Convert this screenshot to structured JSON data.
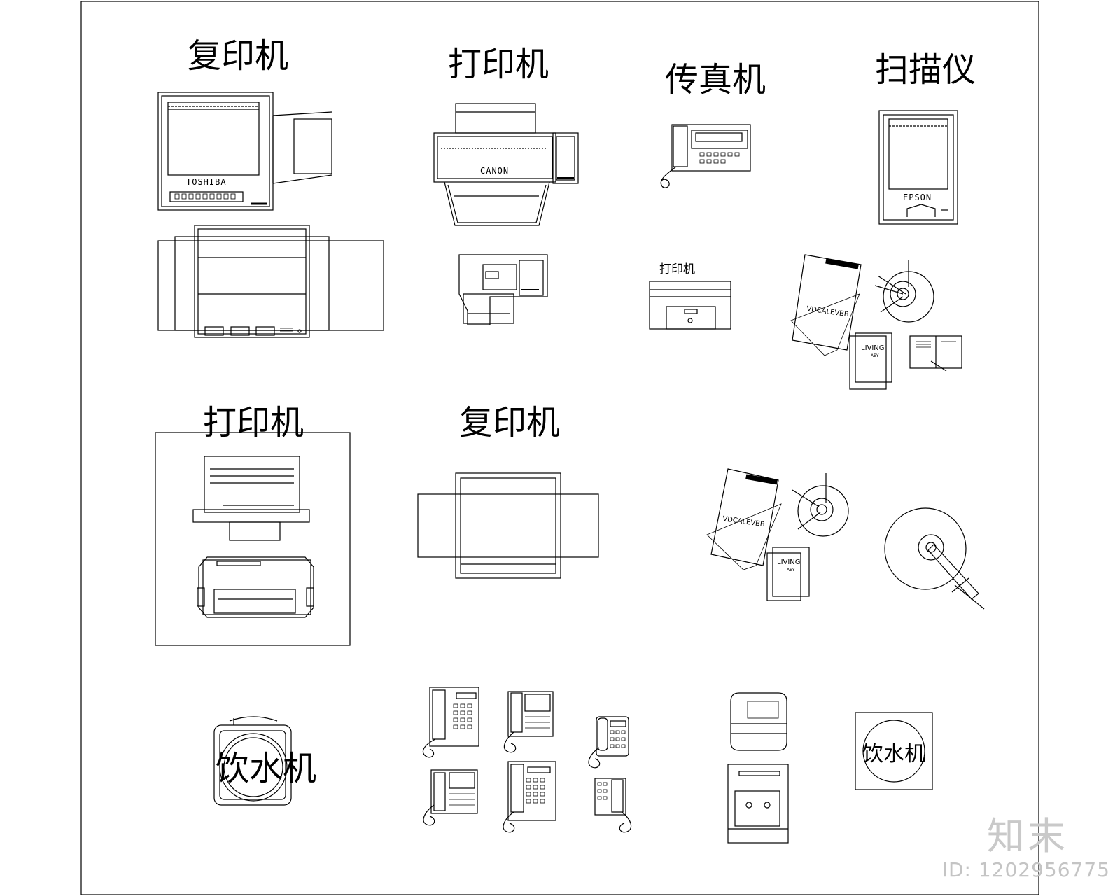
{
  "labels": {
    "copier_1": "复印机",
    "printer_1": "打印机",
    "fax": "传真机",
    "scanner": "扫描仪",
    "printer_small": "打印机",
    "printer_2": "打印机",
    "copier_2": "复印机",
    "water_dispenser_1": "饮水机",
    "water_dispenser_2": "饮水机"
  },
  "brands": {
    "copier": "TOSHIBA",
    "printer": "CANON",
    "scanner": "EPSON"
  },
  "desk_items": {
    "book_text": "VDCALEVBB",
    "magazine_title": "LIVING",
    "magazine_sub": "ABY"
  },
  "watermark": {
    "logo": "知末",
    "id": "ID: 1202956775"
  },
  "colors": {
    "line": "#000000",
    "background": "#ffffff",
    "watermark": "#c8c8c8"
  }
}
